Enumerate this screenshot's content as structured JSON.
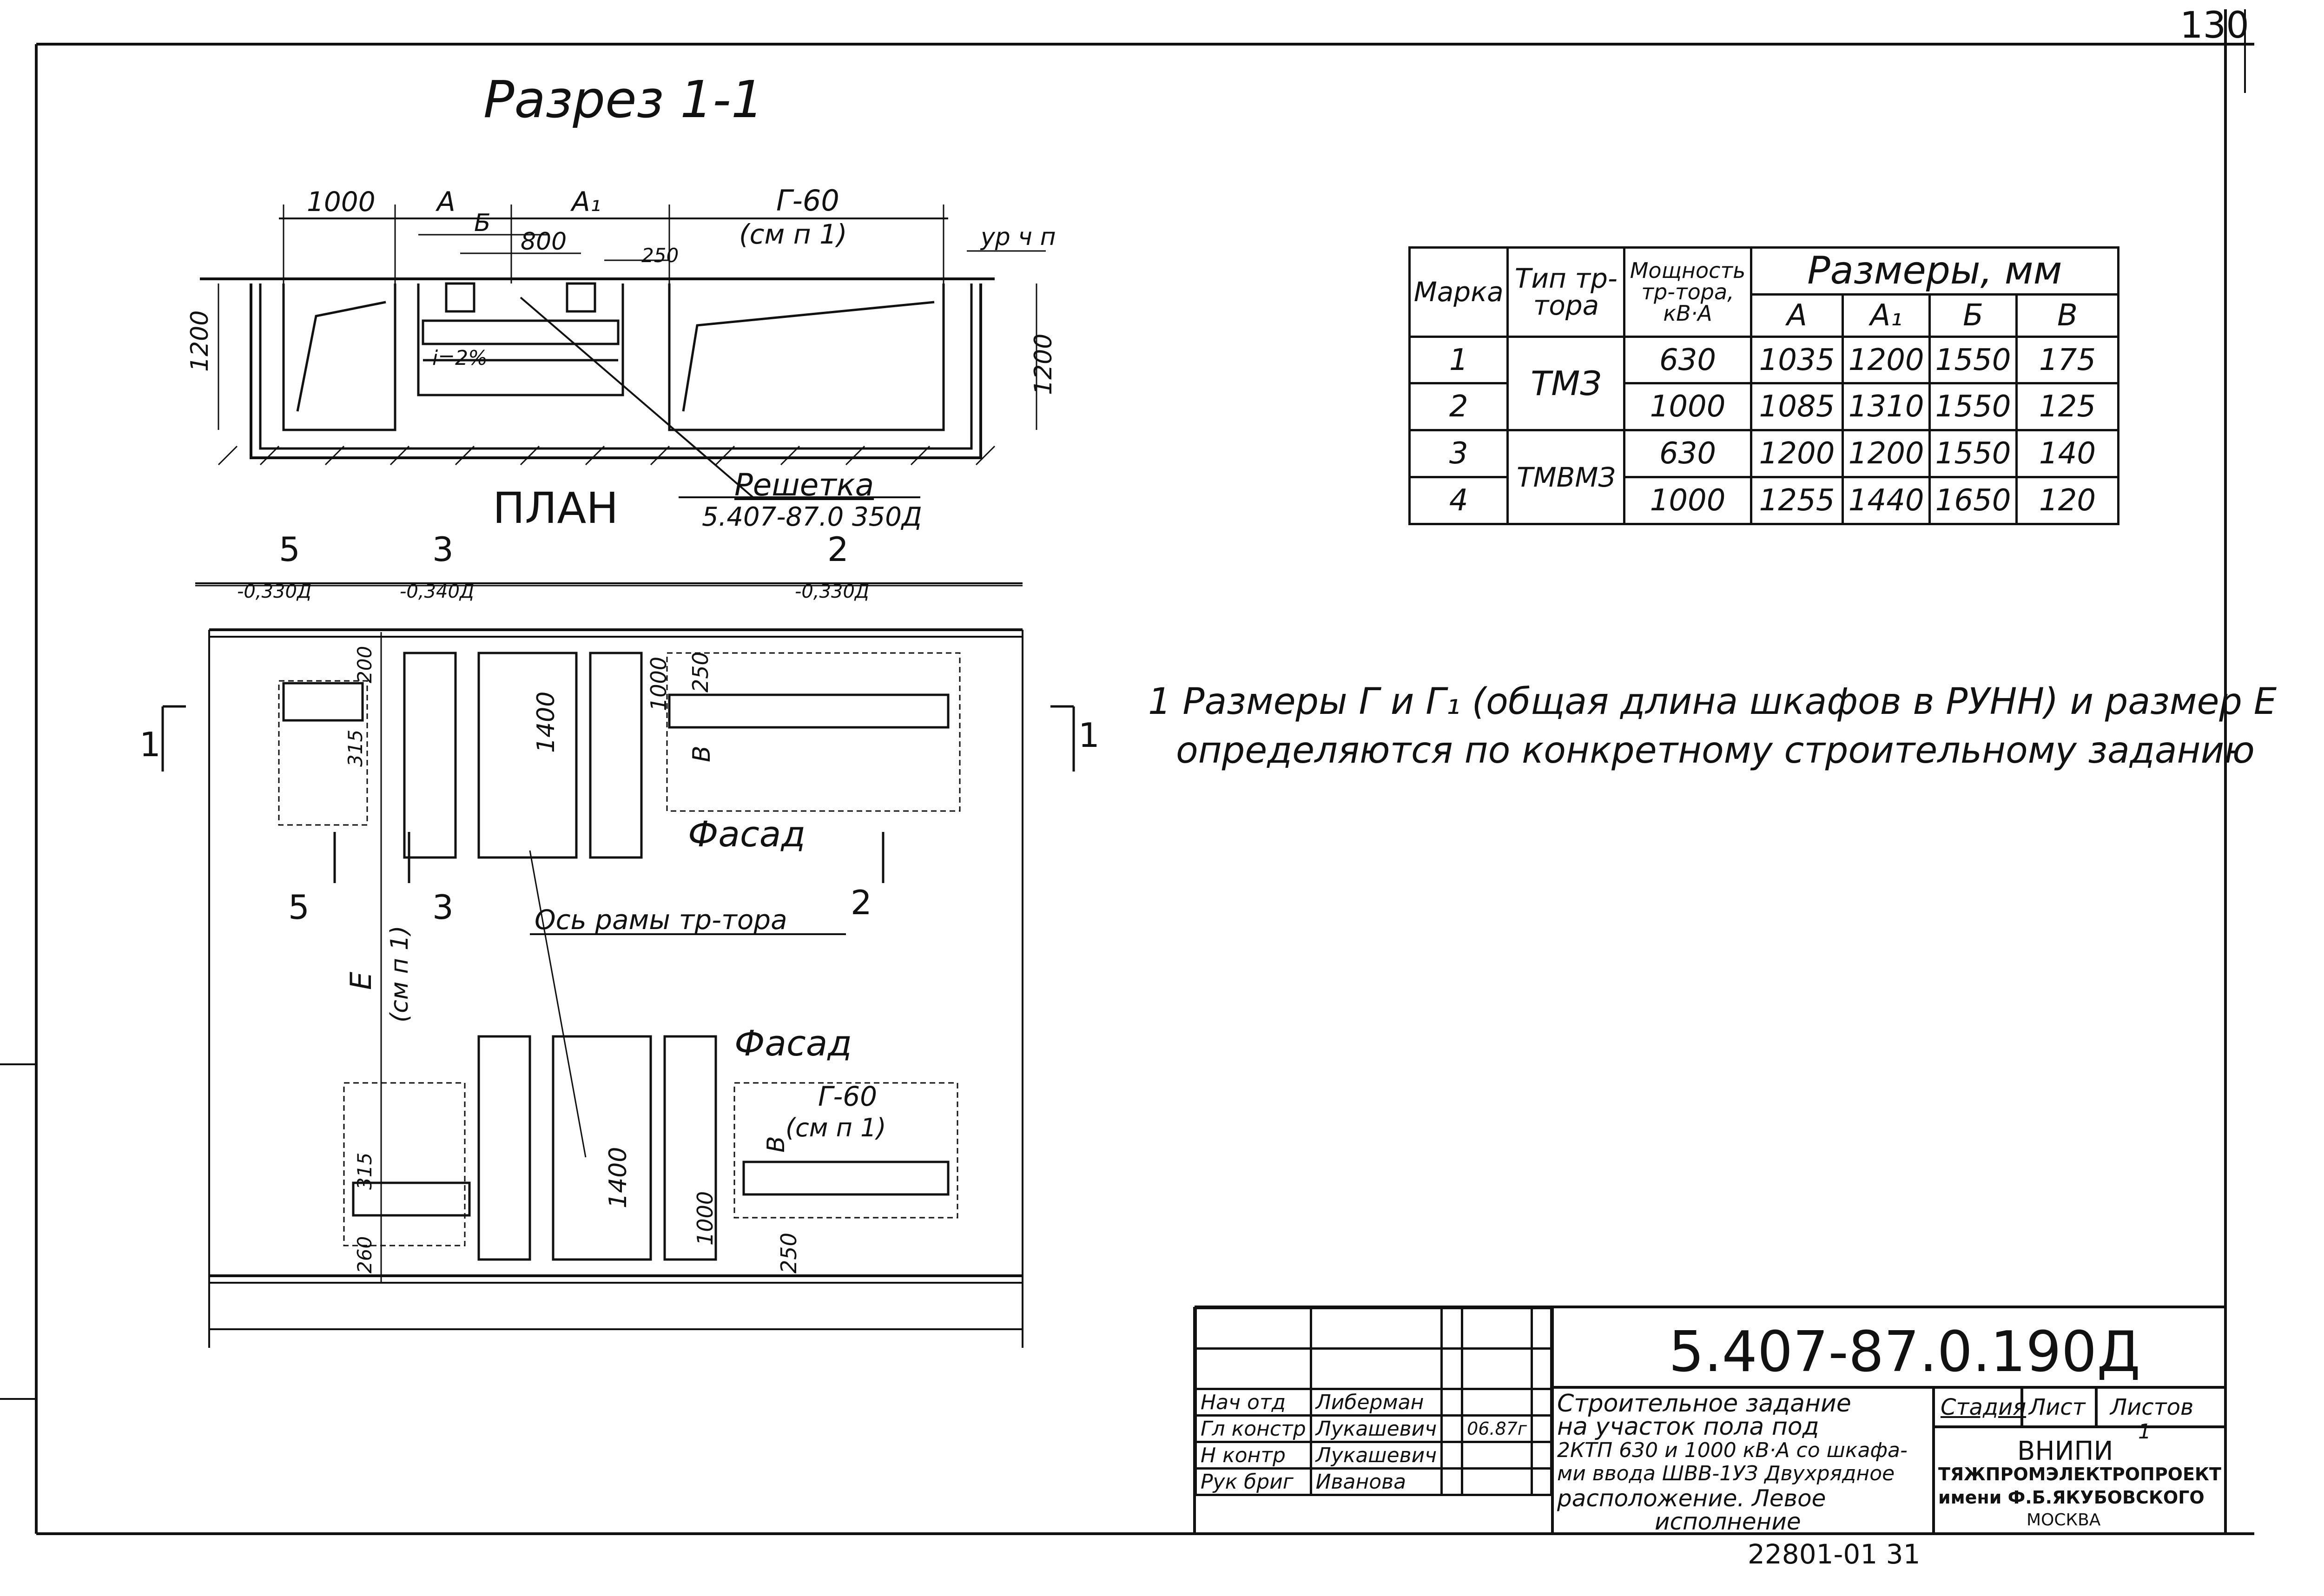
{
  "sheet": {
    "page_number": "130",
    "inventory_number": "22801-01  31"
  },
  "section_1_1": {
    "title": "Разрез 1-1",
    "dims_top": [
      "1000",
      "А",
      "А₁",
      "Г-60",
      "(см п 1)"
    ],
    "dims_inner": [
      "Б",
      "800",
      "250"
    ],
    "level_mark": "ур ч п",
    "height_left": "1200",
    "height_right": "1200",
    "slope_label": "i=2%",
    "grate_label": "Решетка",
    "grate_ref": "5.407-87.0 350Д"
  },
  "plan": {
    "title": "ПЛАН",
    "section_marks": [
      {
        "num": "5",
        "ref": "-0,330Д"
      },
      {
        "num": "3",
        "ref": "-0,340Д"
      },
      {
        "num": "2",
        "ref": "-0,330Д"
      }
    ],
    "cut_mark": "1",
    "dims_upper": [
      "200",
      "315",
      "1400",
      "1000",
      "250",
      "В"
    ],
    "facade_label_1": "Фасад",
    "facade_label_2": "Фасад",
    "bottom_marks": [
      "5",
      "3",
      "2"
    ],
    "axis_label": "Ось рамы тр-тора",
    "e_label": "Е",
    "e_ref": "(см п 1)",
    "dims_lower": [
      "315",
      "260",
      "1400",
      "1000",
      "250",
      "В",
      "Г-60",
      "(см п 1)"
    ]
  },
  "table": {
    "headers": {
      "mark": "Марка",
      "type": "Тип тр-тора",
      "power": "Мощность тр-тора, кВ·А",
      "sizes": "Размеры, мм"
    },
    "size_columns": [
      "А",
      "А₁",
      "Б",
      "В"
    ],
    "groups": [
      {
        "type": "ТМЗ",
        "rows": [
          {
            "mark": "1",
            "power": "630",
            "A": "1035",
            "A1": "1200",
            "B": "1550",
            "V": "175"
          },
          {
            "mark": "2",
            "power": "1000",
            "A": "1085",
            "A1": "1310",
            "B": "1550",
            "V": "125"
          }
        ]
      },
      {
        "type": "ТМВМЗ",
        "rows": [
          {
            "mark": "3",
            "power": "630",
            "A": "1200",
            "A1": "1200",
            "B": "1550",
            "V": "140"
          },
          {
            "mark": "4",
            "power": "1000",
            "A": "1255",
            "A1": "1440",
            "B": "1650",
            "V": "120"
          }
        ]
      }
    ]
  },
  "note": {
    "line1": "1 Размеры Г и Г₁ (общая длина шкафов в РУНН) и размер Е",
    "line2": "определяются по конкретному строительному заданию"
  },
  "title_block": {
    "document_code": "5.407-87.0.190Д",
    "signatures": [
      {
        "role": "Нач отд",
        "name": "Либерман"
      },
      {
        "role": "Гл констр",
        "name": "Лукашевич"
      },
      {
        "role": "Н контр",
        "name": "Лукашевич"
      },
      {
        "role": "Рук бриг",
        "name": "Иванова"
      }
    ],
    "date": "06.87г",
    "description": [
      "Строительное задание",
      "на участок пола под",
      "2КТП 630 и 1000 кВ·А со шкафа-",
      "ми ввода ШВВ-1УЗ Двухрядное",
      "расположение. Левое",
      "исполнение"
    ],
    "col_stage": "Стадия",
    "col_sheet": "Лист",
    "col_sheets": "Листов",
    "sheets_value": "1",
    "org_name": [
      "ВНИПИ",
      "ТЯЖПРОМЭЛЕКТРОПРОЕКТ",
      "имени Ф.Б.ЯКУБОВСКОГО",
      "МОСКВА"
    ]
  }
}
